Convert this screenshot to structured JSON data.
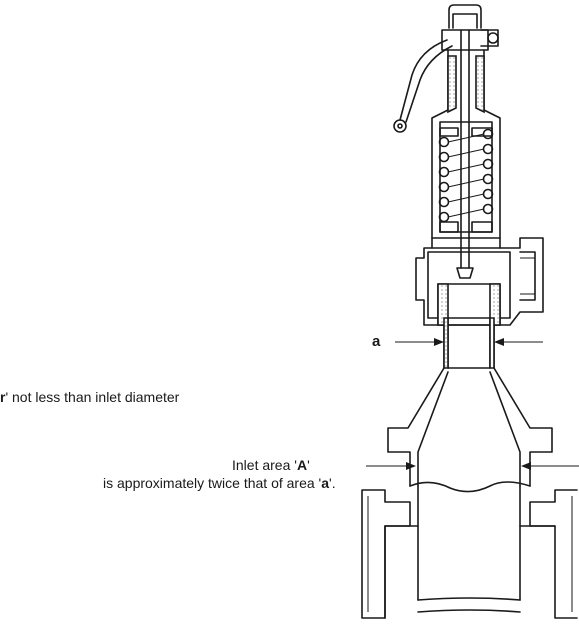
{
  "labels": {
    "small_area": "a",
    "outlet_note_bold": "r",
    "outlet_note_rest": "' not less than inlet diameter",
    "inlet_line1_prefix": "Inlet area '",
    "inlet_line1_bold": "A",
    "inlet_line1_suffix": "'",
    "inlet_line2_prefix": "is approximately twice that of area '",
    "inlet_line2_bold": "a",
    "inlet_line2_suffix": "'."
  }
}
